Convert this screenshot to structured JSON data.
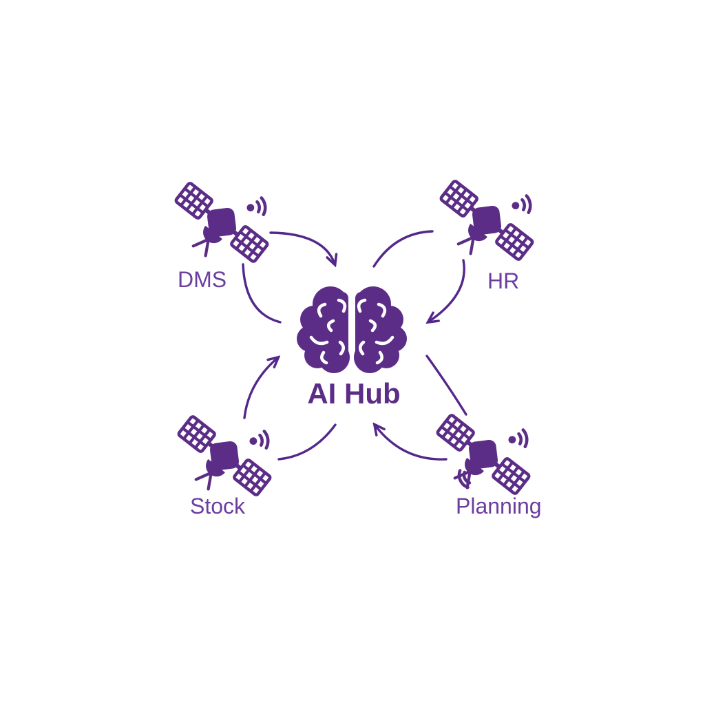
{
  "diagram": {
    "hub": {
      "label": "AI Hub",
      "icon": "brain-icon"
    },
    "nodes": [
      {
        "id": "dms",
        "label": "DMS",
        "icon": "satellite-icon",
        "position": "top-left"
      },
      {
        "id": "hr",
        "label": "HR",
        "icon": "satellite-icon",
        "position": "top-right"
      },
      {
        "id": "stock",
        "label": "Stock",
        "icon": "satellite-icon",
        "position": "bottom-left"
      },
      {
        "id": "planning",
        "label": "Planning",
        "icon": "satellite-icon",
        "position": "bottom-right"
      }
    ],
    "connections": [
      {
        "from": "dms",
        "to": "hub",
        "arrow": true
      },
      {
        "from": "hub",
        "to": "hr",
        "arrow": false
      },
      {
        "from": "hr",
        "to": "hub",
        "arrow": true
      },
      {
        "from": "hub",
        "to": "planning",
        "arrow": false
      },
      {
        "from": "planning",
        "to": "hub",
        "arrow": true
      },
      {
        "from": "hub",
        "to": "stock",
        "arrow": false
      },
      {
        "from": "stock",
        "to": "hub",
        "arrow": true
      },
      {
        "from": "hub",
        "to": "dms",
        "arrow": false
      }
    ],
    "colors": {
      "icon": "#5b2d87",
      "arrow": "#53288a",
      "label": "#6b3da0",
      "hub_text": "#5b2d87",
      "background": "#ffffff"
    }
  }
}
